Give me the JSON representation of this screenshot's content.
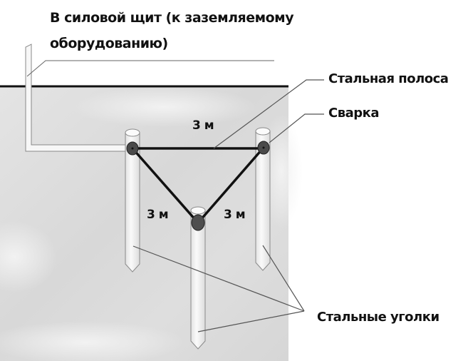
{
  "diagram": {
    "title": {
      "line1": "В силовой щит (к заземляемому",
      "line2": "оборудованию)"
    },
    "callouts": {
      "steel_strip": "Стальная полоса",
      "weld": "Сварка",
      "steel_angles": "Стальные уголки"
    },
    "dimensions": {
      "top": "3 м",
      "left": "3 м",
      "right": "3 м"
    },
    "colors": {
      "ground": "#dcdcdc",
      "ground_light": "#ebebeb",
      "strip": "#111111",
      "weld": "#4a4a4a",
      "pole": "#f4f4f4",
      "pole_outline": "#8a8a8a",
      "leader": "#555555"
    }
  }
}
